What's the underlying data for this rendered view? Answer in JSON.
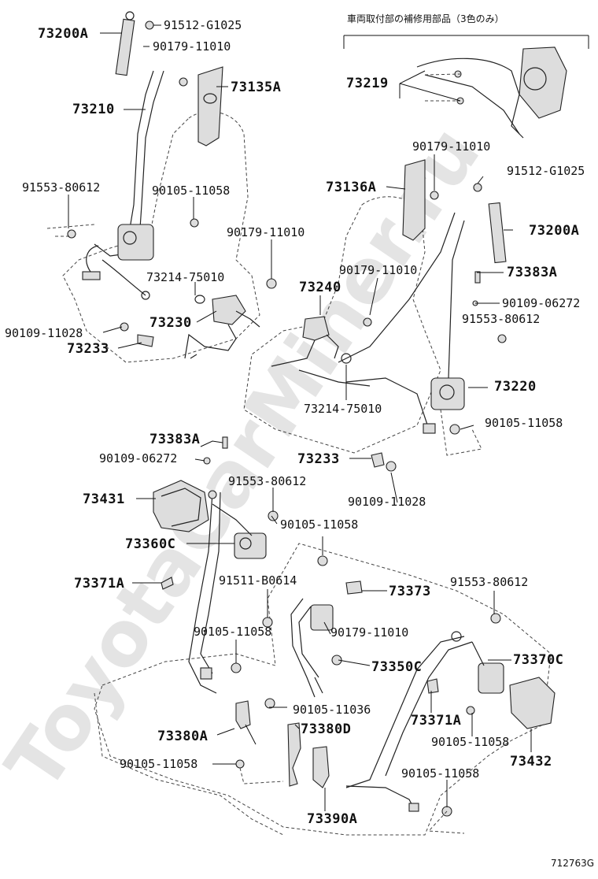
{
  "watermark": "ToyotaCarMiner.ru",
  "repair_note": "車両取付部の補修用部品（3色のみ）",
  "figure_code": "712763G",
  "labels": {
    "p73200A_top": "73200A",
    "p91512_top": "91512-G1025",
    "p90179_top": "90179-11010",
    "p73135A": "73135A",
    "p73210": "73210",
    "p73219": "73219",
    "p91553_left": "91553-80612",
    "p90105_left": "90105-11058",
    "p90179_mid": "90179-11010",
    "p73214_left": "73214-75010",
    "p73230": "73230",
    "p90109_left": "90109-11028",
    "p73233_left": "73233",
    "p90179_right": "90179-11010",
    "p73136A": "73136A",
    "p91512_right": "91512-G1025",
    "p73200A_right": "73200A",
    "p73240": "73240",
    "p90179_right2": "90179-11010",
    "p73383A_right": "73383A",
    "p90109_right": "90109-06272",
    "p91553_right": "91553-80612",
    "p73220": "73220",
    "p73214_right": "73214-75010",
    "p90105_right": "90105-11058",
    "p73383A_left": "73383A",
    "p90109_left2": "90109-06272",
    "p73233_right": "73233",
    "p91553_center": "91553-80612",
    "p73431": "73431",
    "p90105_center": "90105-11058",
    "p90109_center": "90109-11028",
    "p73360C": "73360C",
    "p73371A_left": "73371A",
    "p91511": "91511-B0614",
    "p73373": "73373",
    "p91553_lowright": "91553-80612",
    "p90105_lowleft": "90105-11058",
    "p90179_low": "90179-11010",
    "p73350C": "73350C",
    "p73370C": "73370C",
    "p90105_11036": "90105-11036",
    "p73380A": "73380A",
    "p73380D": "73380D",
    "p73371A_right": "73371A",
    "p90105_lowright": "90105-11058",
    "p73432": "73432",
    "p90105_bottomleft": "90105-11058",
    "p90105_bottomright": "90105-11058",
    "p73390A": "73390A"
  }
}
